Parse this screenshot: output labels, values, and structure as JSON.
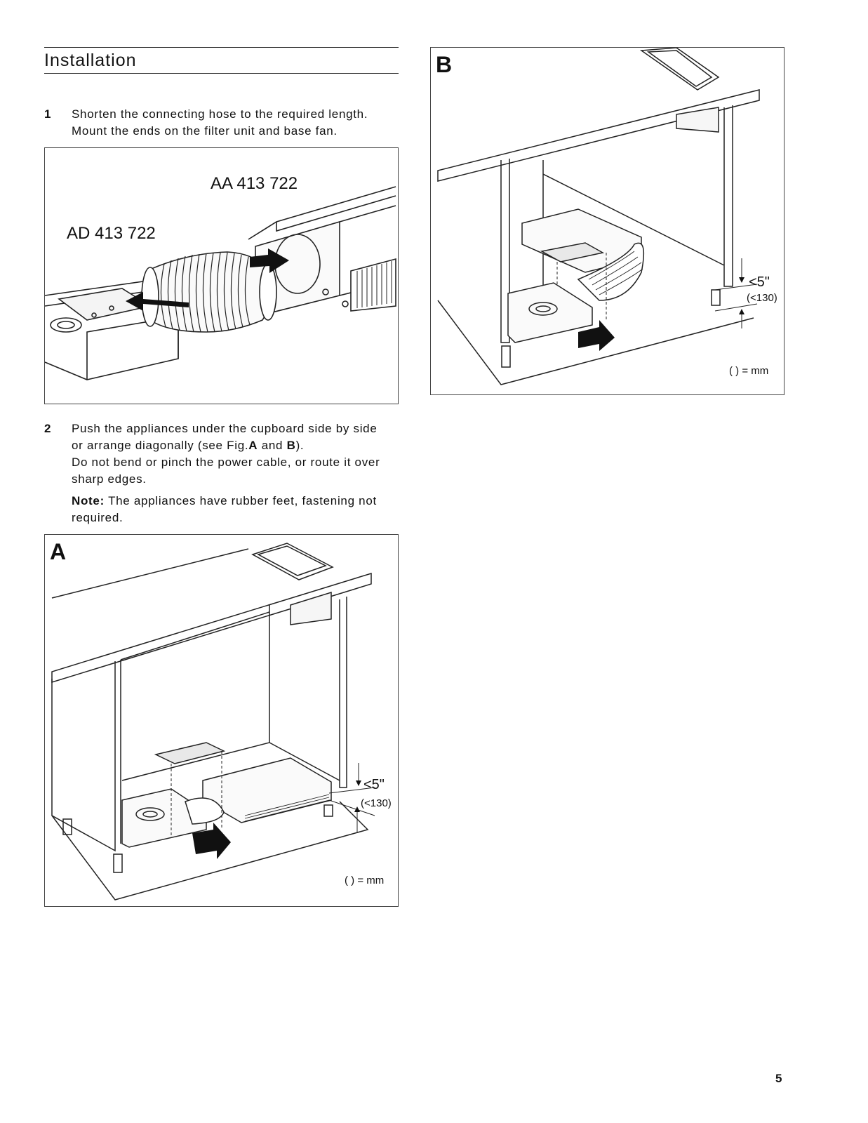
{
  "title": "Installation",
  "steps": [
    {
      "number": "1",
      "text": "Shorten the connecting hose to the required length. Mount the ends on the filter unit and base fan."
    },
    {
      "number": "2",
      "text_a": "Push the appliances under the cupboard side by side or arrange diagonally (see Fig.",
      "ref_a": "A",
      "text_and": " and ",
      "ref_b": "B",
      "text_b": ").",
      "text_c": "Do not bend or pinch the power cable, or route it over sharp edges."
    }
  ],
  "note": {
    "label": "Note:",
    "text": " The appliances have rubber feet, fastening not required."
  },
  "figure1": {
    "label_aa": "AA 413 722",
    "label_ad": "AD 413 722"
  },
  "figure_a": {
    "letter": "A",
    "dim_main": "<5\"",
    "dim_sub": "(<130)",
    "unit_note": "( ) = mm"
  },
  "figure_b": {
    "letter": "B",
    "dim_main": "<5\"",
    "dim_sub": "(<130)",
    "unit_note": "( ) = mm"
  },
  "page_number": "5"
}
